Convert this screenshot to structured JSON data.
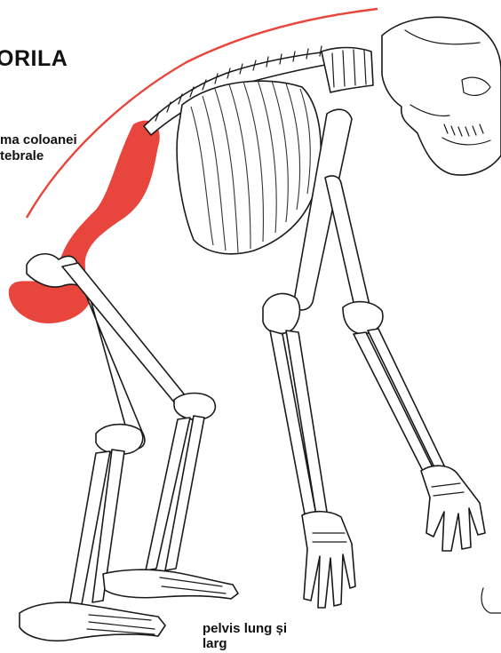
{
  "title": "ORILA",
  "labels": {
    "spine_line1": "ma coloanei",
    "spine_line2": "tebrale",
    "pelvis_line1": "pelvis lung și",
    "pelvis_line2": "larg"
  },
  "colors": {
    "highlight": "#e8453c",
    "outline": "#1a1a1a",
    "background": "#ffffff"
  }
}
